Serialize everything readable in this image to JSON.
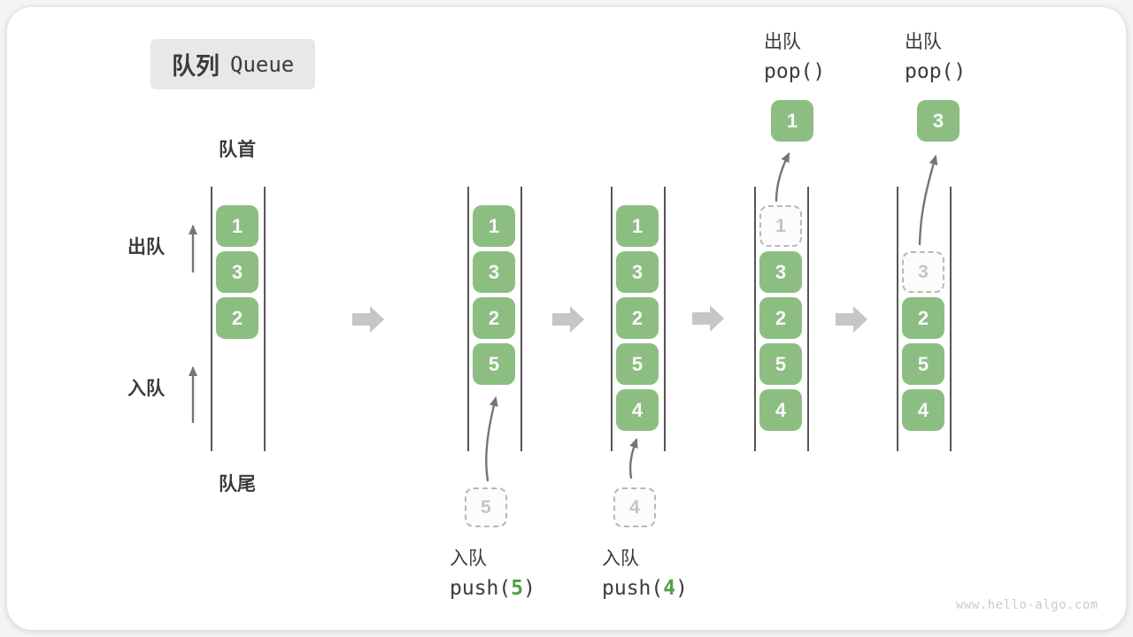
{
  "title": {
    "zh": "队列",
    "en": "Queue"
  },
  "labels": {
    "front": "队首",
    "rear": "队尾",
    "dequeue": "出队",
    "enqueue": "入队"
  },
  "operations": [
    {
      "label": "入队",
      "code": [
        "push(",
        "5",
        ")"
      ]
    },
    {
      "label": "入队",
      "code": [
        "push(",
        "4",
        ")"
      ]
    },
    {
      "label": "出队",
      "code": [
        "pop(",
        "",
        ")"
      ]
    },
    {
      "label": "出队",
      "code": [
        "pop(",
        "",
        ")"
      ]
    }
  ],
  "states": [
    {
      "elements": [
        "1",
        "3",
        "2"
      ]
    },
    {
      "elements": [
        "1",
        "3",
        "2",
        "5"
      ],
      "incoming": "5"
    },
    {
      "elements": [
        "1",
        "3",
        "2",
        "5",
        "4"
      ],
      "incoming": "4"
    },
    {
      "elements": [
        "3",
        "2",
        "5",
        "4"
      ],
      "removed": "1",
      "removed_row": 0
    },
    {
      "elements": [
        "2",
        "5",
        "4"
      ],
      "removed": "3",
      "removed_row": 1
    }
  ],
  "watermark": "www.hello-algo.com",
  "colors": {
    "element_green": "#8cbe82",
    "element_text": "#fafafa",
    "code_green": "#4f9e47",
    "ghost_border": "#b8b8b8",
    "ghost_text": "#c4c4c4",
    "ghost_fill": "#fcfcfc",
    "wall_gray": "#565656",
    "text_dark": "#3b3b3b",
    "block_arrow": "#c6c6c6",
    "curve_arrow": "#757575",
    "title_bg": "#e8e8e8",
    "watermark_gray": "#cbcbcb"
  }
}
